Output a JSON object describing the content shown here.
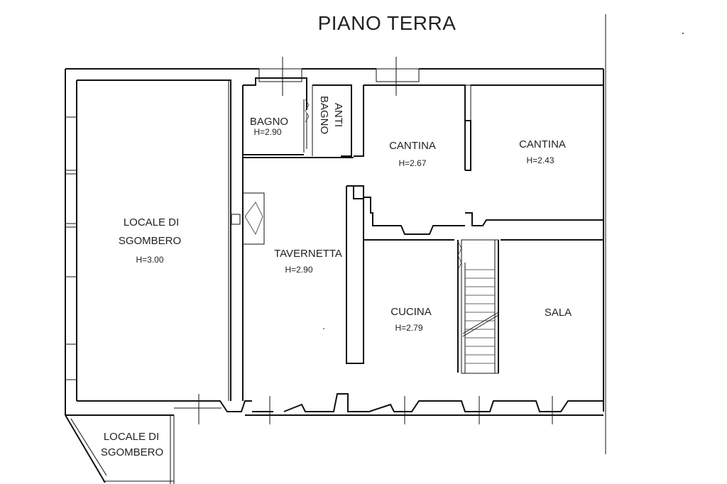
{
  "title": "PIANO TERRA",
  "rooms": {
    "locale_sgombero_main": {
      "line1": "LOCALE DI",
      "line2": "SGOMBERO",
      "height": "H=3.00"
    },
    "bagno": {
      "name": "BAGNO",
      "height": "H=2.90"
    },
    "anti_bagno": {
      "line1": "ANTI",
      "line2": "BAGNO"
    },
    "cantina_1": {
      "name": "CANTINA",
      "height": "H=2.67"
    },
    "cantina_2": {
      "name": "CANTINA",
      "height": "H=2.43"
    },
    "tavernetta": {
      "name": "TAVERNETTA",
      "height": "H=2.90"
    },
    "cucina": {
      "name": "CUCINA",
      "height": "H=2.79"
    },
    "sala": {
      "name": "SALA"
    },
    "locale_sgombero_small": {
      "line1": "LOCALE DI",
      "line2": "SGOMBERO"
    }
  },
  "colors": {
    "line": "#111111",
    "background": "#ffffff"
  }
}
